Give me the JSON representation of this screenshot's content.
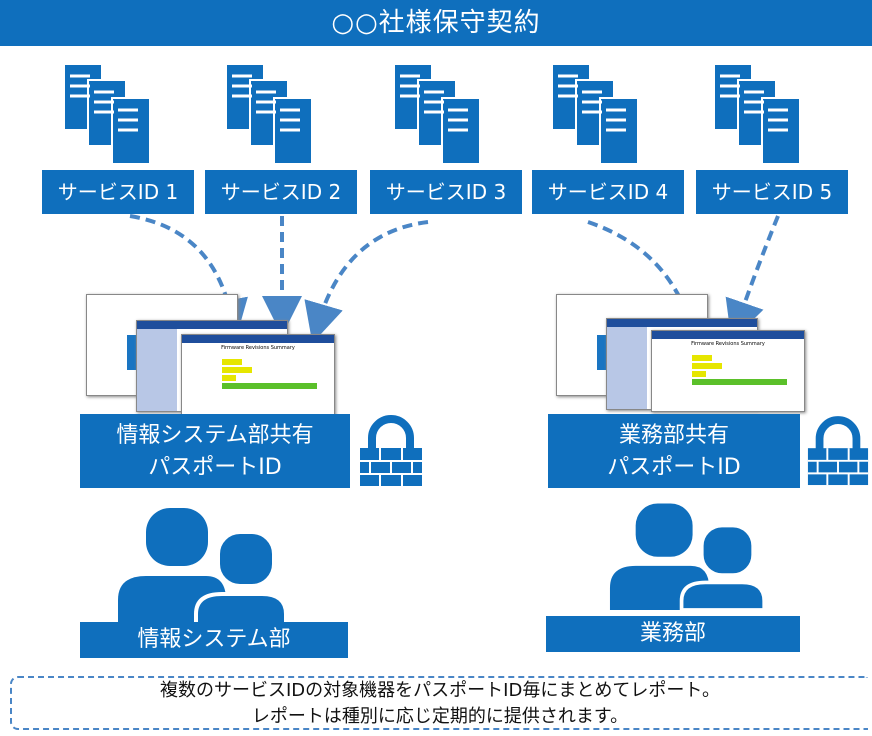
{
  "banner": {
    "title": "○○社様保守契約"
  },
  "services": [
    {
      "label": "サービスID 1"
    },
    {
      "label": "サービスID 2"
    },
    {
      "label": "サービスID 3"
    },
    {
      "label": "サービスID 4"
    },
    {
      "label": "サービスID 5"
    }
  ],
  "passports": [
    {
      "line1": "情報システム部共有",
      "line2": "パスポートID"
    },
    {
      "line1": "業務部共有",
      "line2": "パスポートID"
    }
  ],
  "groups": [
    {
      "label": "情報システム部"
    },
    {
      "label": "業務部"
    }
  ],
  "report_thumb": {
    "title": "Firmware Revisions Summary"
  },
  "note": {
    "line1": "複数のサービスIDの対象機器をパスポートID毎にまとめてレポート。",
    "line2": "レポートは種別に応じ定期的に提供されます。"
  },
  "colors": {
    "accent": "#0f6fbd",
    "arrow": "#4a86c6"
  }
}
